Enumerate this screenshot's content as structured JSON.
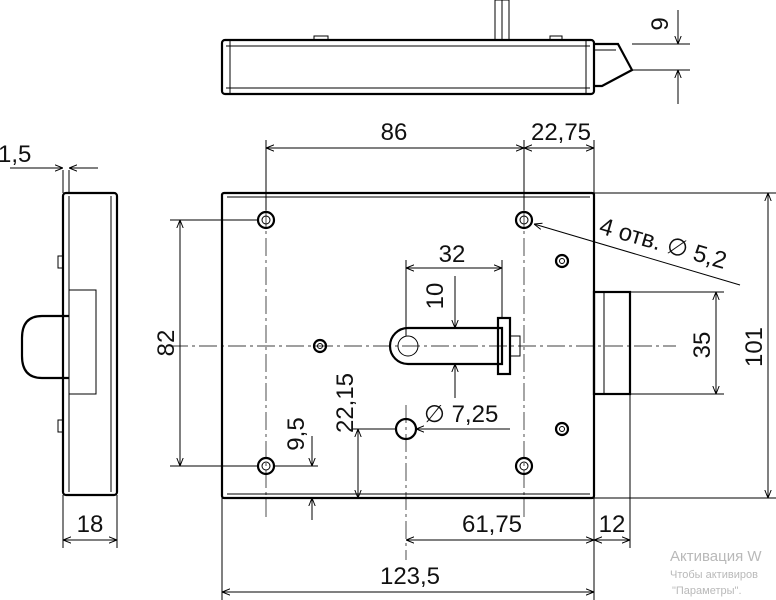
{
  "drawing": {
    "dimensions": {
      "top_9": "9",
      "side_1_5": "1,5",
      "w_86": "86",
      "w_22_75": "22,75",
      "holes_note": "4 отв. ∅ 5,2",
      "w_32": "32",
      "h_10": "10",
      "h_82": "82",
      "h_35": "35",
      "h_101": "101",
      "h_22_15": "22,15",
      "h_9_5": "9,5",
      "dia_7_25": "∅ 7,25",
      "w_18": "18",
      "w_61_75": "61,75",
      "w_12": "12",
      "w_123_5": "123,5"
    }
  },
  "watermark": {
    "title": "Активация W",
    "line1": "Чтобы активиров",
    "line2": "\"Параметры\"."
  }
}
